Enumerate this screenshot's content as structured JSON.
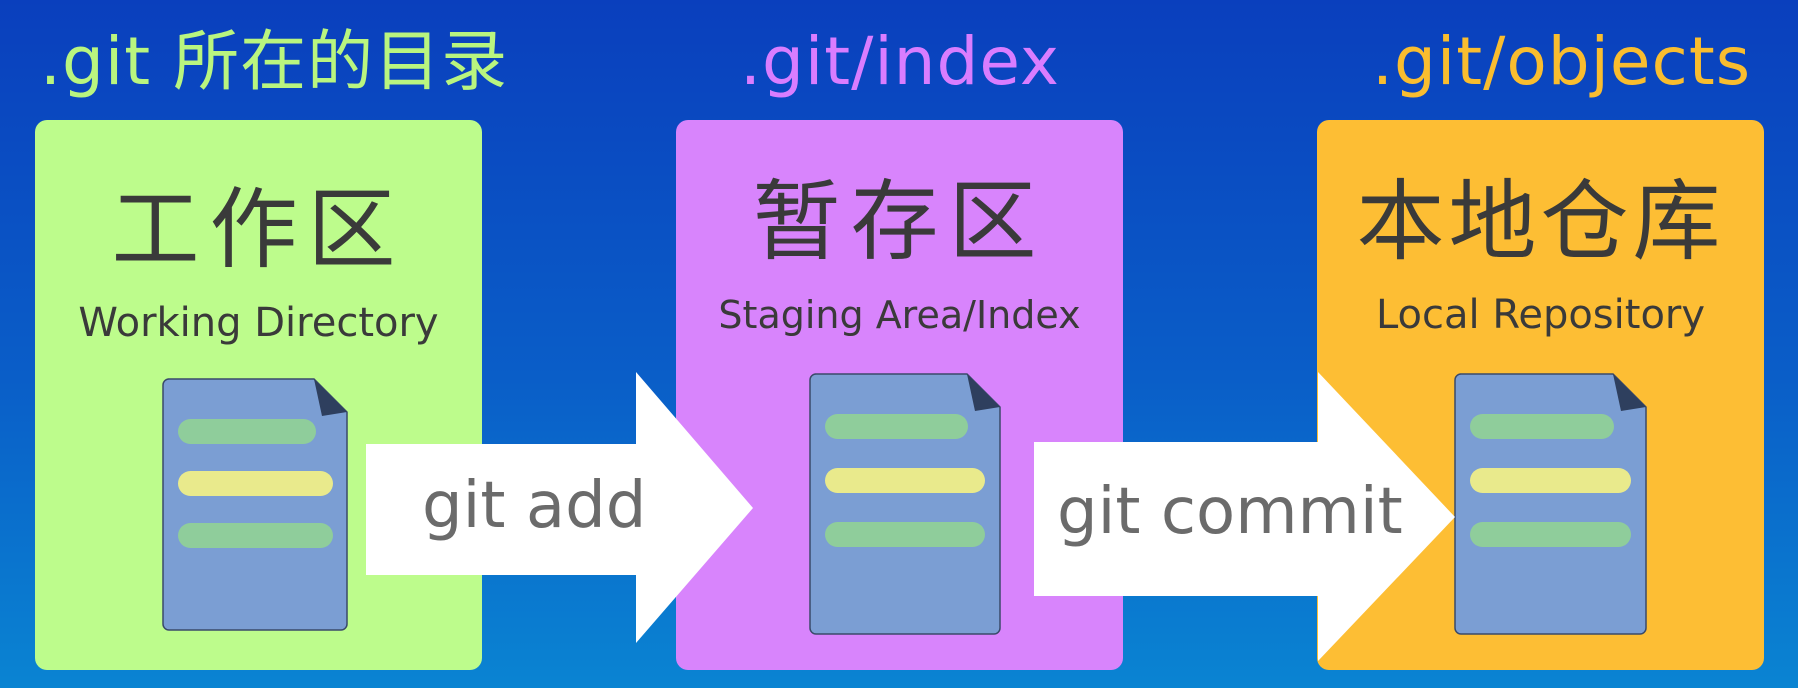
{
  "paths": {
    "working_dir": ".git 所在的目录",
    "index": ".git/index",
    "objects": ".git/objects"
  },
  "panels": {
    "working_dir": {
      "title": "工作区",
      "subtitle": "Working Directory"
    },
    "staging": {
      "title": "暂存区",
      "subtitle": "Staging Area/Index"
    },
    "local_repo": {
      "title": "本地仓库",
      "subtitle": "Local Repository"
    }
  },
  "arrows": {
    "add": "git add",
    "commit": "git commit"
  },
  "colors": {
    "background_top": "#0a3fbd",
    "background_bottom": "#0a84d2",
    "working_dir_panel": "#bdfc8c",
    "staging_panel": "#d884fc",
    "local_repo_panel": "#fdbe34",
    "working_dir_label": "#b9f57f",
    "index_label": "#d97dff",
    "objects_label": "#f9bd2f",
    "document": "#7b9ed3",
    "doc_line_green": "#8fcd9b",
    "doc_line_yellow": "#e9ea8c",
    "arrow": "#ffffff",
    "arrow_text": "#6b6b6b",
    "panel_text": "#3a3a3a"
  },
  "icons": {
    "document": "document-icon",
    "arrow": "arrow-right-icon"
  }
}
